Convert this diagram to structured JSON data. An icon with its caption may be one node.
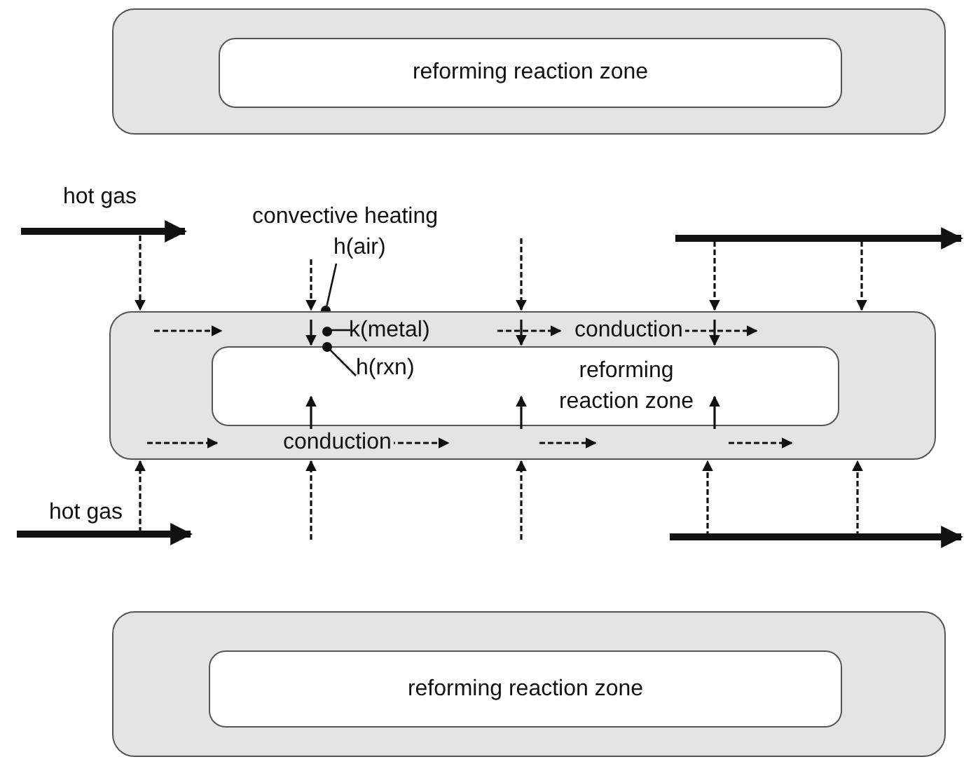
{
  "diagram": {
    "nodes": [
      {
        "text": [],
        "shape": "box"
      },
      {
        "text": [
          "reforming reaction zone"
        ],
        "in": 0
      },
      {
        "text": [
          "h(air)"
        ]
      },
      {
        "text": [],
        "shape": "circle"
      },
      {
        "text": [],
        "shape": "box"
      },
      {
        "text": [],
        "shape": "circle",
        "in": 4
      },
      {
        "text": [
          "k(metal)"
        ],
        "in": 4
      },
      {
        "text": [
          "reforming reaction zone"
        ],
        "in": 4
      },
      {
        "text": [],
        "shape": "circle",
        "in": 4
      },
      {
        "text": [
          "h(rxn)"
        ],
        "in": 7
      },
      {
        "text": [],
        "shape": "box"
      },
      {
        "text": [
          "reforming reaction zone"
        ],
        "in": 10
      }
    ],
    "edges": [
      {
        "from": 2,
        "to": 3,
        "arrow": "none"
      },
      {
        "from": 6,
        "to": 5,
        "arrow": "none"
      },
      {
        "from": 9,
        "to": 8,
        "arrow": "none"
      },
      {
        "from": 4,
        "to": 7,
        "arrow": "to"
      },
      {
        "from": 4,
        "to": 7,
        "arrow": "to"
      },
      {
        "from": 4,
        "to": 7,
        "arrow": "to"
      },
      {
        "from": 4,
        "to": 7,
        "arrow": "to"
      },
      {
        "from": 4,
        "to": 7,
        "arrow": "to"
      },
      {
        "from": 4,
        "to": 7,
        "arrow": "to"
      }
    ],
    "labels": [
      "hot gas",
      "convective heating",
      "conduction",
      "conduction",
      "hot gas"
    ]
  }
}
